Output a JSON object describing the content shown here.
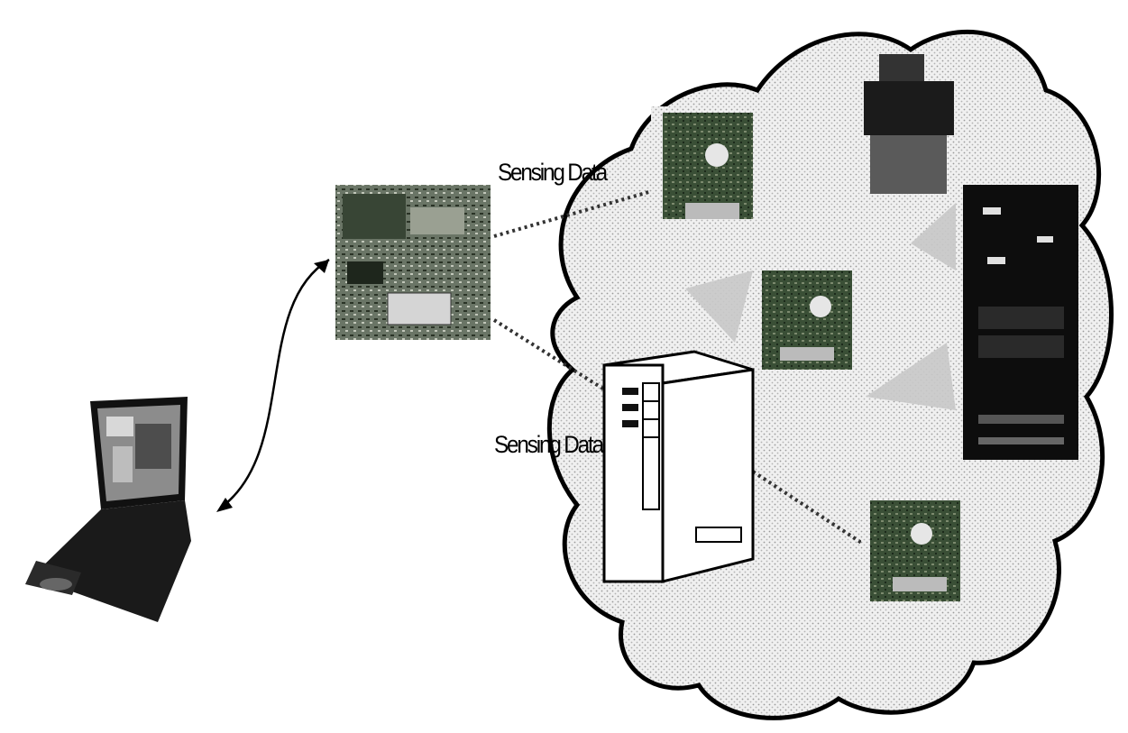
{
  "labels": {
    "sensing_data_top": "Sensing Data",
    "sensing_data_bottom": "Sensing Data"
  },
  "colors": {
    "cloud_outline": "#000000",
    "cloud_fill": "#e8e8e8",
    "link_dotted": "#333333",
    "board_green": "#2f4a2c"
  },
  "icons": [
    "laptop-icon",
    "gateway-board-icon",
    "sensor-board-icon",
    "server-tower-icon",
    "server-rack-icon",
    "cloud-shape",
    "network-arrow-icon"
  ]
}
